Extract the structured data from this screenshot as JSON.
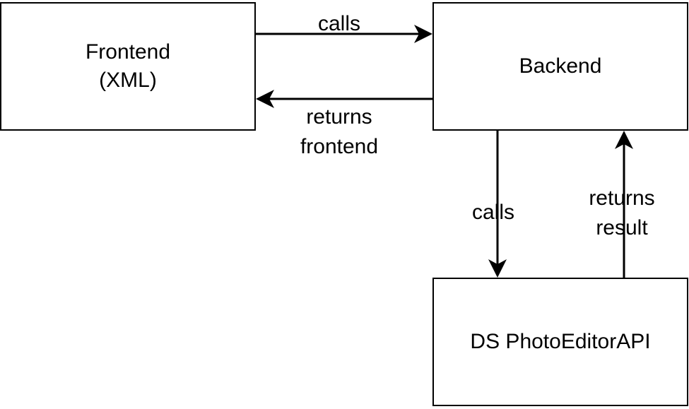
{
  "diagram": {
    "nodes": [
      {
        "id": "frontend",
        "label": "Frontend\n(XML)"
      },
      {
        "id": "backend",
        "label": "Backend"
      },
      {
        "id": "ds_api",
        "label": "DS PhotoEditorAPI"
      }
    ],
    "edges": [
      {
        "from": "frontend",
        "to": "backend",
        "label": "calls"
      },
      {
        "from": "backend",
        "to": "frontend",
        "label": "returns\nfrontend"
      },
      {
        "from": "backend",
        "to": "ds_api",
        "label": "calls"
      },
      {
        "from": "ds_api",
        "to": "backend",
        "label": "returns\nresult"
      }
    ]
  }
}
